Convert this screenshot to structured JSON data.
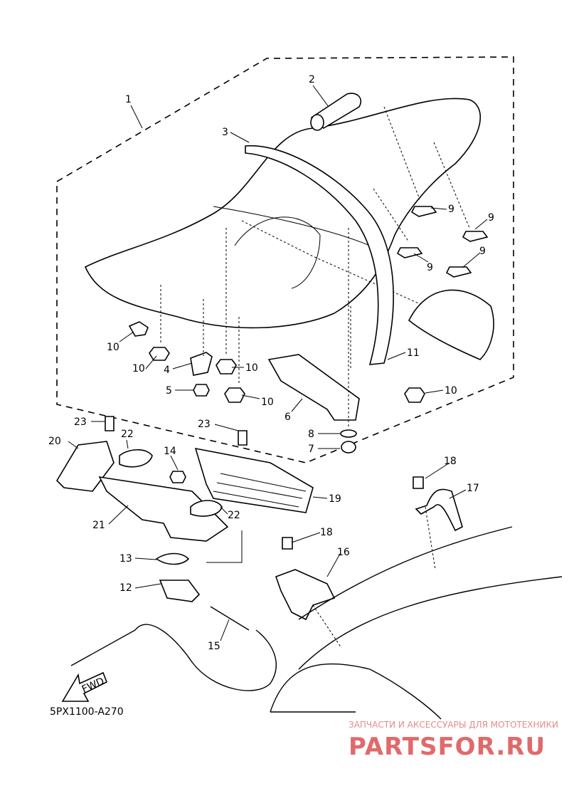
{
  "diagram_code": "5PX1100-A270",
  "callouts": {
    "c1": "1",
    "c2": "2",
    "c3": "3",
    "c4": "4",
    "c5": "5",
    "c6": "6",
    "c7": "7",
    "c8": "8",
    "c9a": "9",
    "c9b": "9",
    "c9c": "9",
    "c9d": "9",
    "c10a": "10",
    "c10b": "10",
    "c10c": "10",
    "c10d": "10",
    "c10e": "10",
    "c11": "11",
    "c12": "12",
    "c13": "13",
    "c14": "14",
    "c15": "15",
    "c16": "16",
    "c17": "17",
    "c18a": "18",
    "c18b": "18",
    "c19": "19",
    "c20": "20",
    "c21": "21",
    "c22a": "22",
    "c22b": "22",
    "c23a": "23",
    "c23b": "23"
  },
  "fwd_label": "FWD",
  "watermark": {
    "tagline": "ЗАПЧАСТИ И АКСЕССУАРЫ ДЛЯ МОТОТЕХНИКИ",
    "logo": "PARTSFOR.RU",
    "color": "#e06a6a"
  },
  "icons": [
    "fwd-arrow-icon"
  ]
}
